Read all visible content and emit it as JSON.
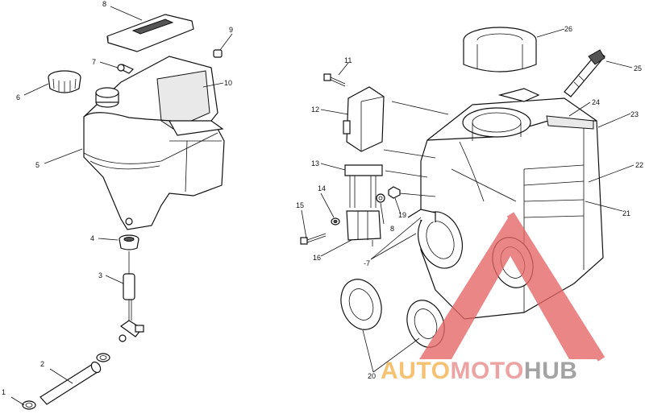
{
  "callouts": [
    "1",
    "2",
    "3",
    "4",
    "5",
    "6",
    "7",
    "8",
    "9",
    "10",
    "11",
    "12",
    "13",
    "14",
    "15",
    "16",
    "-7",
    "19",
    "20",
    "21",
    "22",
    "23",
    "24",
    "25",
    "26"
  ],
  "watermark": {
    "parts": [
      {
        "text": "AUTO",
        "color": "#f2b24a"
      },
      {
        "text": "MOTO",
        "color": "#e98a8a"
      },
      {
        "text": "HUB",
        "color": "#8a8a8a"
      }
    ],
    "triangle_color": "#e66565"
  }
}
